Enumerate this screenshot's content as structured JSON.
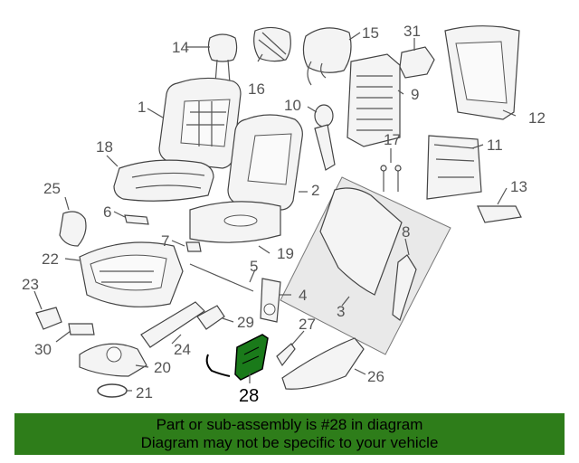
{
  "diagram": {
    "highlighted_part": "28",
    "highlight_color": "#1a7a1a",
    "banner_color": "#2e7d1a",
    "callouts": [
      "1",
      "2",
      "3",
      "4",
      "5",
      "6",
      "7",
      "8",
      "9",
      "10",
      "11",
      "12",
      "13",
      "14",
      "15",
      "16",
      "17",
      "18",
      "19",
      "20",
      "21",
      "22",
      "23",
      "24",
      "25",
      "26",
      "27",
      "28",
      "29",
      "30",
      "31"
    ]
  },
  "banner": {
    "line1": "Part or sub-assembly is #28 in diagram",
    "line2": "Diagram may not be specific to your vehicle"
  }
}
